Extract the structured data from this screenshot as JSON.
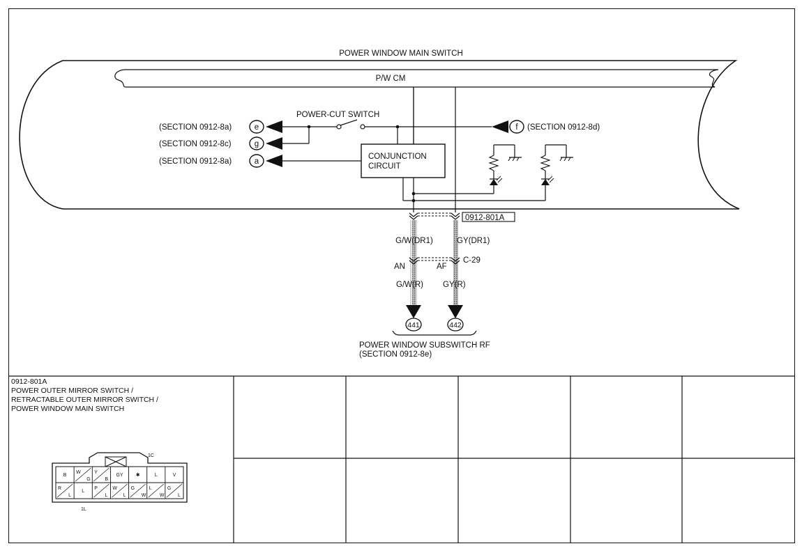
{
  "diagram": {
    "module_title": "POWER WINDOW MAIN SWITCH",
    "control_module": "P/W CM",
    "power_cut_switch": "POWER-CUT SWITCH",
    "conjunction_circuit": [
      "CONJUNCTION",
      "CIRCUIT"
    ],
    "connections": [
      {
        "section": "(SECTION 0912-8a)",
        "terminal": "e"
      },
      {
        "section": "(SECTION 0912-8c)",
        "terminal": "g"
      },
      {
        "section": "(SECTION 0912-8a)",
        "terminal": "a"
      },
      {
        "section": "(SECTION 0912-8d)",
        "terminal": "f"
      }
    ],
    "connector_tag": "0912-801A",
    "wires_upper": [
      "G/W(DR1)",
      "GY(DR1)"
    ],
    "joint_pins": [
      "AN",
      "AF"
    ],
    "joint_id": "C-29",
    "wires_lower": [
      "G/W(R)",
      "GY(R)"
    ],
    "destinations": [
      "441",
      "442"
    ],
    "subswitch": [
      "POWER WINDOW SUBSWITCH RF",
      "(SECTION 0912-8e)"
    ]
  },
  "connector_info": {
    "id": "0912-801A",
    "names": [
      "POWER OUTER MIRROR SWITCH /",
      "RETRACTABLE OUTER MIRROR SWITCH /",
      "POWER WINDOW MAIN SWITCH"
    ],
    "pin_first": "1C",
    "pin_last": "1L",
    "top_row": [
      "B",
      "W/G",
      "Y/B",
      "GY",
      "✱",
      "L",
      "V"
    ],
    "bottom_row": [
      "R/L",
      "L",
      "P/L",
      "W/L",
      "G/W",
      "L/W",
      "G/L"
    ]
  }
}
